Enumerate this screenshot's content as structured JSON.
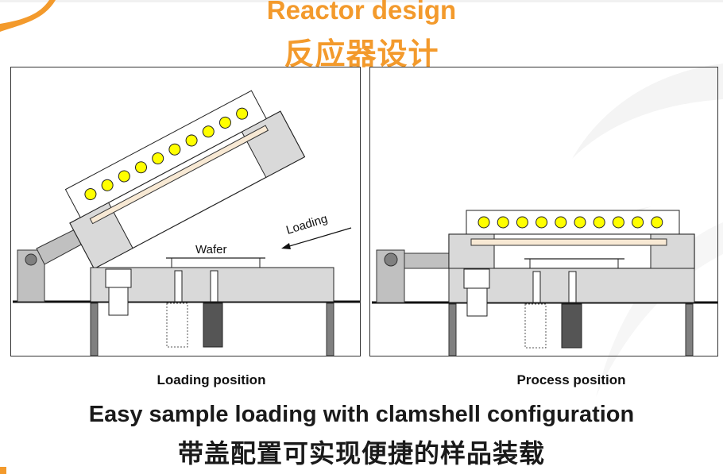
{
  "header": {
    "title_en": "Reactor design",
    "title_zh": "反应器设计"
  },
  "colors": {
    "accent": "#f39a2c",
    "lamp": "#ffff00",
    "housing": "#d9d9d9",
    "pivot_block": "#c0c0c0",
    "pivot_pin": "#808080",
    "leg": "#808080",
    "quartz_window": "#f8e9d4",
    "lift_pin_dark": "#555555"
  },
  "diagrams": {
    "left": {
      "caption": "Loading position",
      "wafer_label": "Wafer",
      "arrow_label": "Loading",
      "lamp_count": 10
    },
    "right": {
      "caption": "Process position",
      "lamp_count": 10
    }
  },
  "summary": {
    "text_en": "Easy sample loading with clamshell configuration",
    "text_zh": "带盖配置可实现便捷的样品装载"
  }
}
